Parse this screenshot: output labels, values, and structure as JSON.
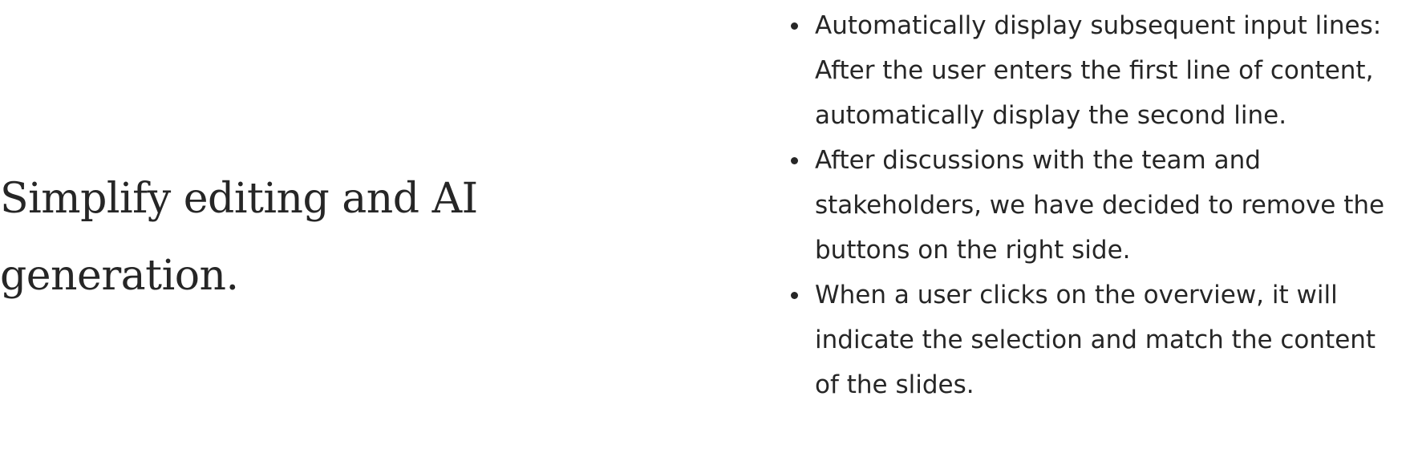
{
  "heading": "Simplify editing and AI generation.",
  "bullets": [
    "Automatically display subsequent input lines: After the user enters the first line of content, automatically display the second line.",
    "After discussions with the team and stakeholders, we have decided to remove the buttons on the right side.",
    "When a user clicks on the overview, it will indicate the selection and match the content of the slides."
  ],
  "icons": [
    "bullet-icon"
  ]
}
